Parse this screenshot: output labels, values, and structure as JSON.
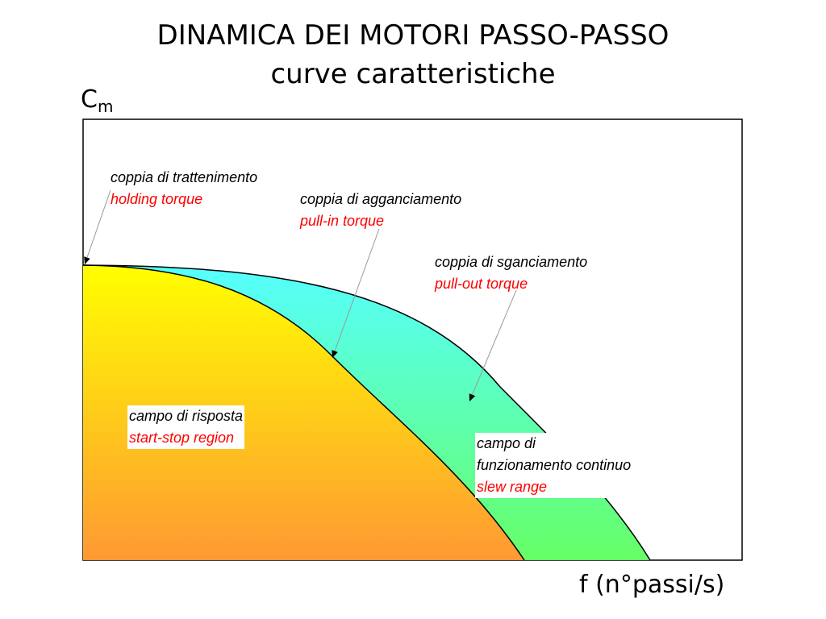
{
  "title": {
    "line1": "DINAMICA DEI MOTORI PASSO-PASSO",
    "line2": "curve caratteristiche"
  },
  "axes": {
    "y_label_main": "C",
    "y_label_sub": "m",
    "x_label": "f (n°passi/s)"
  },
  "labels": {
    "holding": {
      "it": "coppia di trattenimento",
      "en": "holding torque"
    },
    "pull_in": {
      "it": "coppia di agganciamento",
      "en": "pull-in torque"
    },
    "pull_out": {
      "it": "coppia di sganciamento",
      "en": "pull-out torque"
    },
    "start_stop": {
      "it": "campo di risposta",
      "en": "start-stop region"
    },
    "slew": {
      "it_line1": "campo di",
      "it_line2": "funzionamento continuo",
      "en": "slew range"
    }
  },
  "colors": {
    "start_stop_top": "#ffff00",
    "start_stop_bottom": "#ff9933",
    "slew_top": "#55ffff",
    "slew_bottom": "#66ff66",
    "english_text": "#ff0000"
  }
}
